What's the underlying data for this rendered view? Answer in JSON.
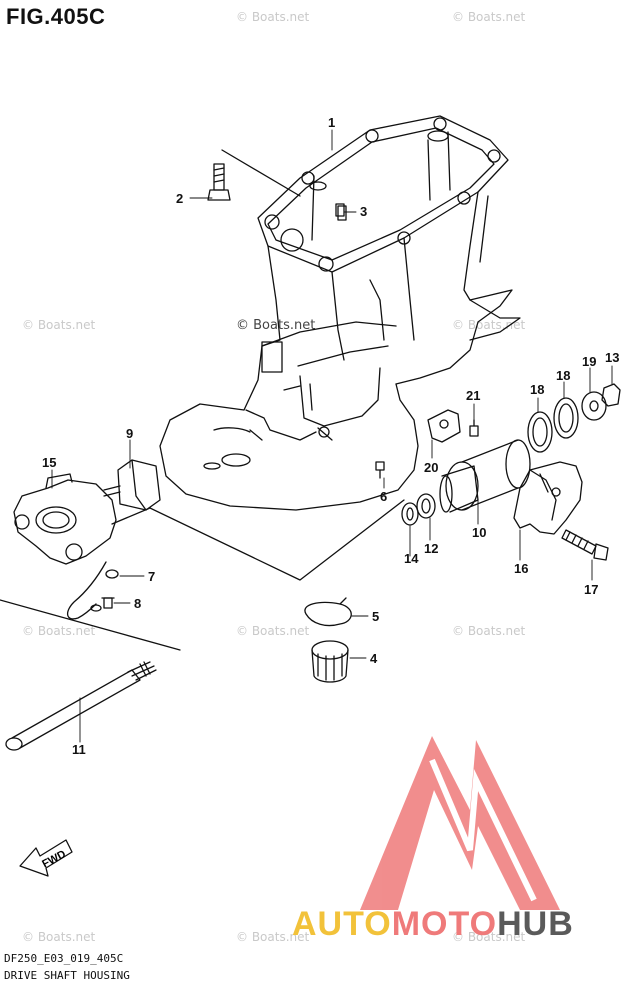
{
  "figure": {
    "title": "FIG.405C",
    "code": "DF250_E03_019_405C",
    "caption": "DRIVE SHAFT HOUSING"
  },
  "watermarks": [
    "© Boats.net",
    "© Boats.net",
    "© Boats.net",
    "© Boats.net",
    "© Boats.net",
    "© Boats.net",
    "© Boats.net",
    "© Boats.net",
    "© Boats.net",
    "© Boats.net",
    "© Boats.net"
  ],
  "watermark_center": "© Boats.net",
  "fwd_label": "FWD",
  "callouts": [
    "1",
    "2",
    "3",
    "4",
    "5",
    "6",
    "7",
    "8",
    "9",
    "10",
    "11",
    "12",
    "13",
    "14",
    "15",
    "16",
    "17",
    "18",
    "18",
    "19",
    "20",
    "21"
  ],
  "logo": {
    "part1": "AUTO",
    "part2": "MOTO",
    "part3": "HUB",
    "colors": {
      "yellow": "#f2c23a",
      "red": "#ef7a7a",
      "gray": "#5a5a5a"
    }
  }
}
